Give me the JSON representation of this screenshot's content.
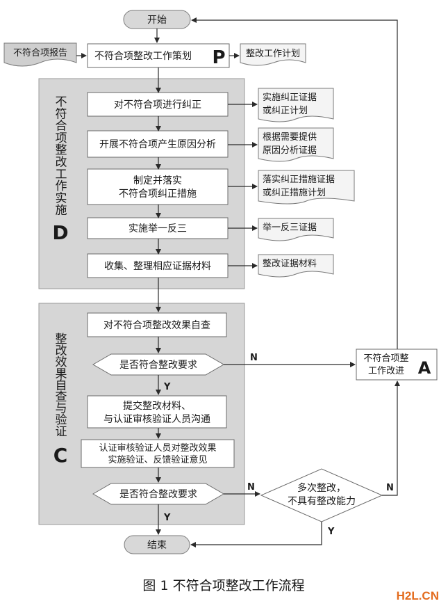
{
  "start": "开始",
  "end": "结束",
  "report": "不符合项报告",
  "plan_step": "不符合项整改工作策划",
  "plan_letter": "P",
  "plan_doc": "整改工作计划",
  "do_section": {
    "title_chars": [
      "不",
      "符",
      "合",
      "项",
      "整",
      "改",
      "工",
      "作",
      "实",
      "施"
    ],
    "letter": "D",
    "steps": [
      {
        "lines": [
          "对不符合项进行纠正"
        ],
        "doc": [
          "实施纠正证据",
          "或纠正计划"
        ]
      },
      {
        "lines": [
          "开展不符合项产生原因分析"
        ],
        "doc": [
          "根据需要提供",
          "原因分析证据"
        ]
      },
      {
        "lines": [
          "制定并落实",
          "不符合项纠正措施"
        ],
        "doc": [
          "落实纠正措施证据",
          "或纠正措施计划"
        ]
      },
      {
        "lines": [
          "实施举一反三"
        ],
        "doc": [
          "举一反三证据"
        ]
      },
      {
        "lines": [
          "收集、整理相应证据材料"
        ],
        "doc": [
          "整改证据材料"
        ]
      }
    ]
  },
  "check_section": {
    "title_chars": [
      "整",
      "改",
      "效",
      "果",
      "自",
      "查",
      "与",
      "验",
      "证"
    ],
    "letter": "C",
    "self_check": "对不符合项整改效果自查",
    "decision1": "是否符合整改要求",
    "submit": [
      "提交整改材料、",
      "与认证审核验证人员沟通"
    ],
    "verify": [
      "认证审核验证人员对整改效果",
      "实施验证、反馈验证意见"
    ],
    "decision2": "是否符合整改要求"
  },
  "act_box": {
    "lines": [
      "不符合项整",
      "工作改进"
    ],
    "letter": "A"
  },
  "capability": [
    "多次整改，",
    "不具有整改能力"
  ],
  "labels": {
    "n1": "N",
    "y1": "Y",
    "n2": "N",
    "y2": "Y",
    "n3": "N",
    "y3": "Y"
  },
  "caption": "图 1   不符合项整改工作流程",
  "watermark": "H2L.CN"
}
